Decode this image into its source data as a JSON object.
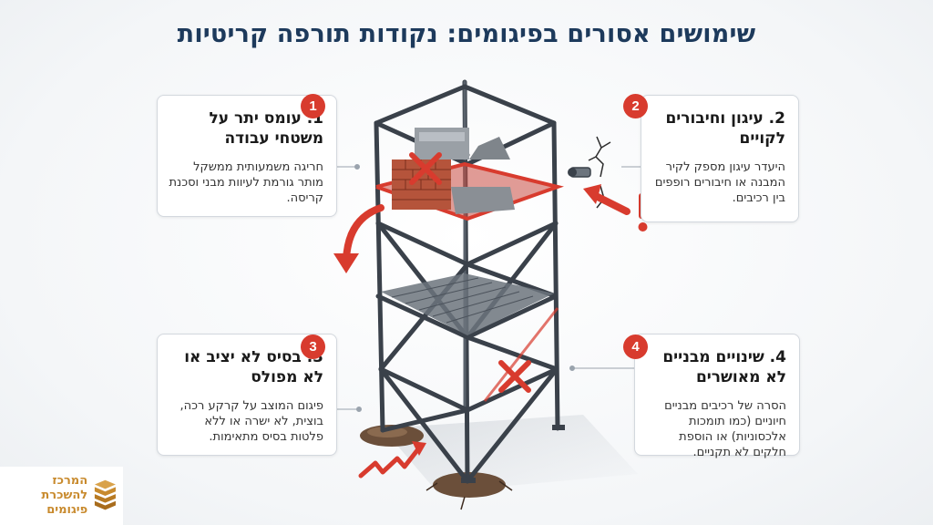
{
  "title": "שימושים אסורים בפיגומים: נקודות תורפה קריטיות",
  "points": [
    {
      "number": "1",
      "title": "1. עומס יתר על משטחי עבודה",
      "description": "חריגה משמעותית ממשקל מותר גורמת לעיוות מבני וסכנת קריסה."
    },
    {
      "number": "2",
      "title": "2. עיגון וחיבורים לקויים",
      "description": "היעדר עיגון מספק לקיר המבנה או חיבורים רופפים בין רכיבים."
    },
    {
      "number": "3",
      "title": "3. בסיס לא יציב או לא מפולס",
      "description": "פיגום המוצב על קרקע רכה, בוצית, לא ישרה או ללא פלטות בסיס מתאימות."
    },
    {
      "number": "4",
      "title": "4. שינויים מבניים לא מאושרים",
      "description": "הסרה של רכיבים מבניים חיוניים (כמו תומכות אלכסוניות) או הוספת חלקים לא תקניים."
    }
  ],
  "logo": {
    "line1": "המרכז",
    "line2": "להשכרת פיגומים"
  },
  "colors": {
    "title": "#1d3a5c",
    "accent_red": "#d83b2e",
    "steel": "#3a414a",
    "logo_gold": "#c88a2d"
  },
  "icons": [
    "warning-exclamation-icon",
    "cross-mark-icon",
    "down-arrow-icon",
    "zigzag-arrow-icon",
    "wall-crack-icon"
  ]
}
